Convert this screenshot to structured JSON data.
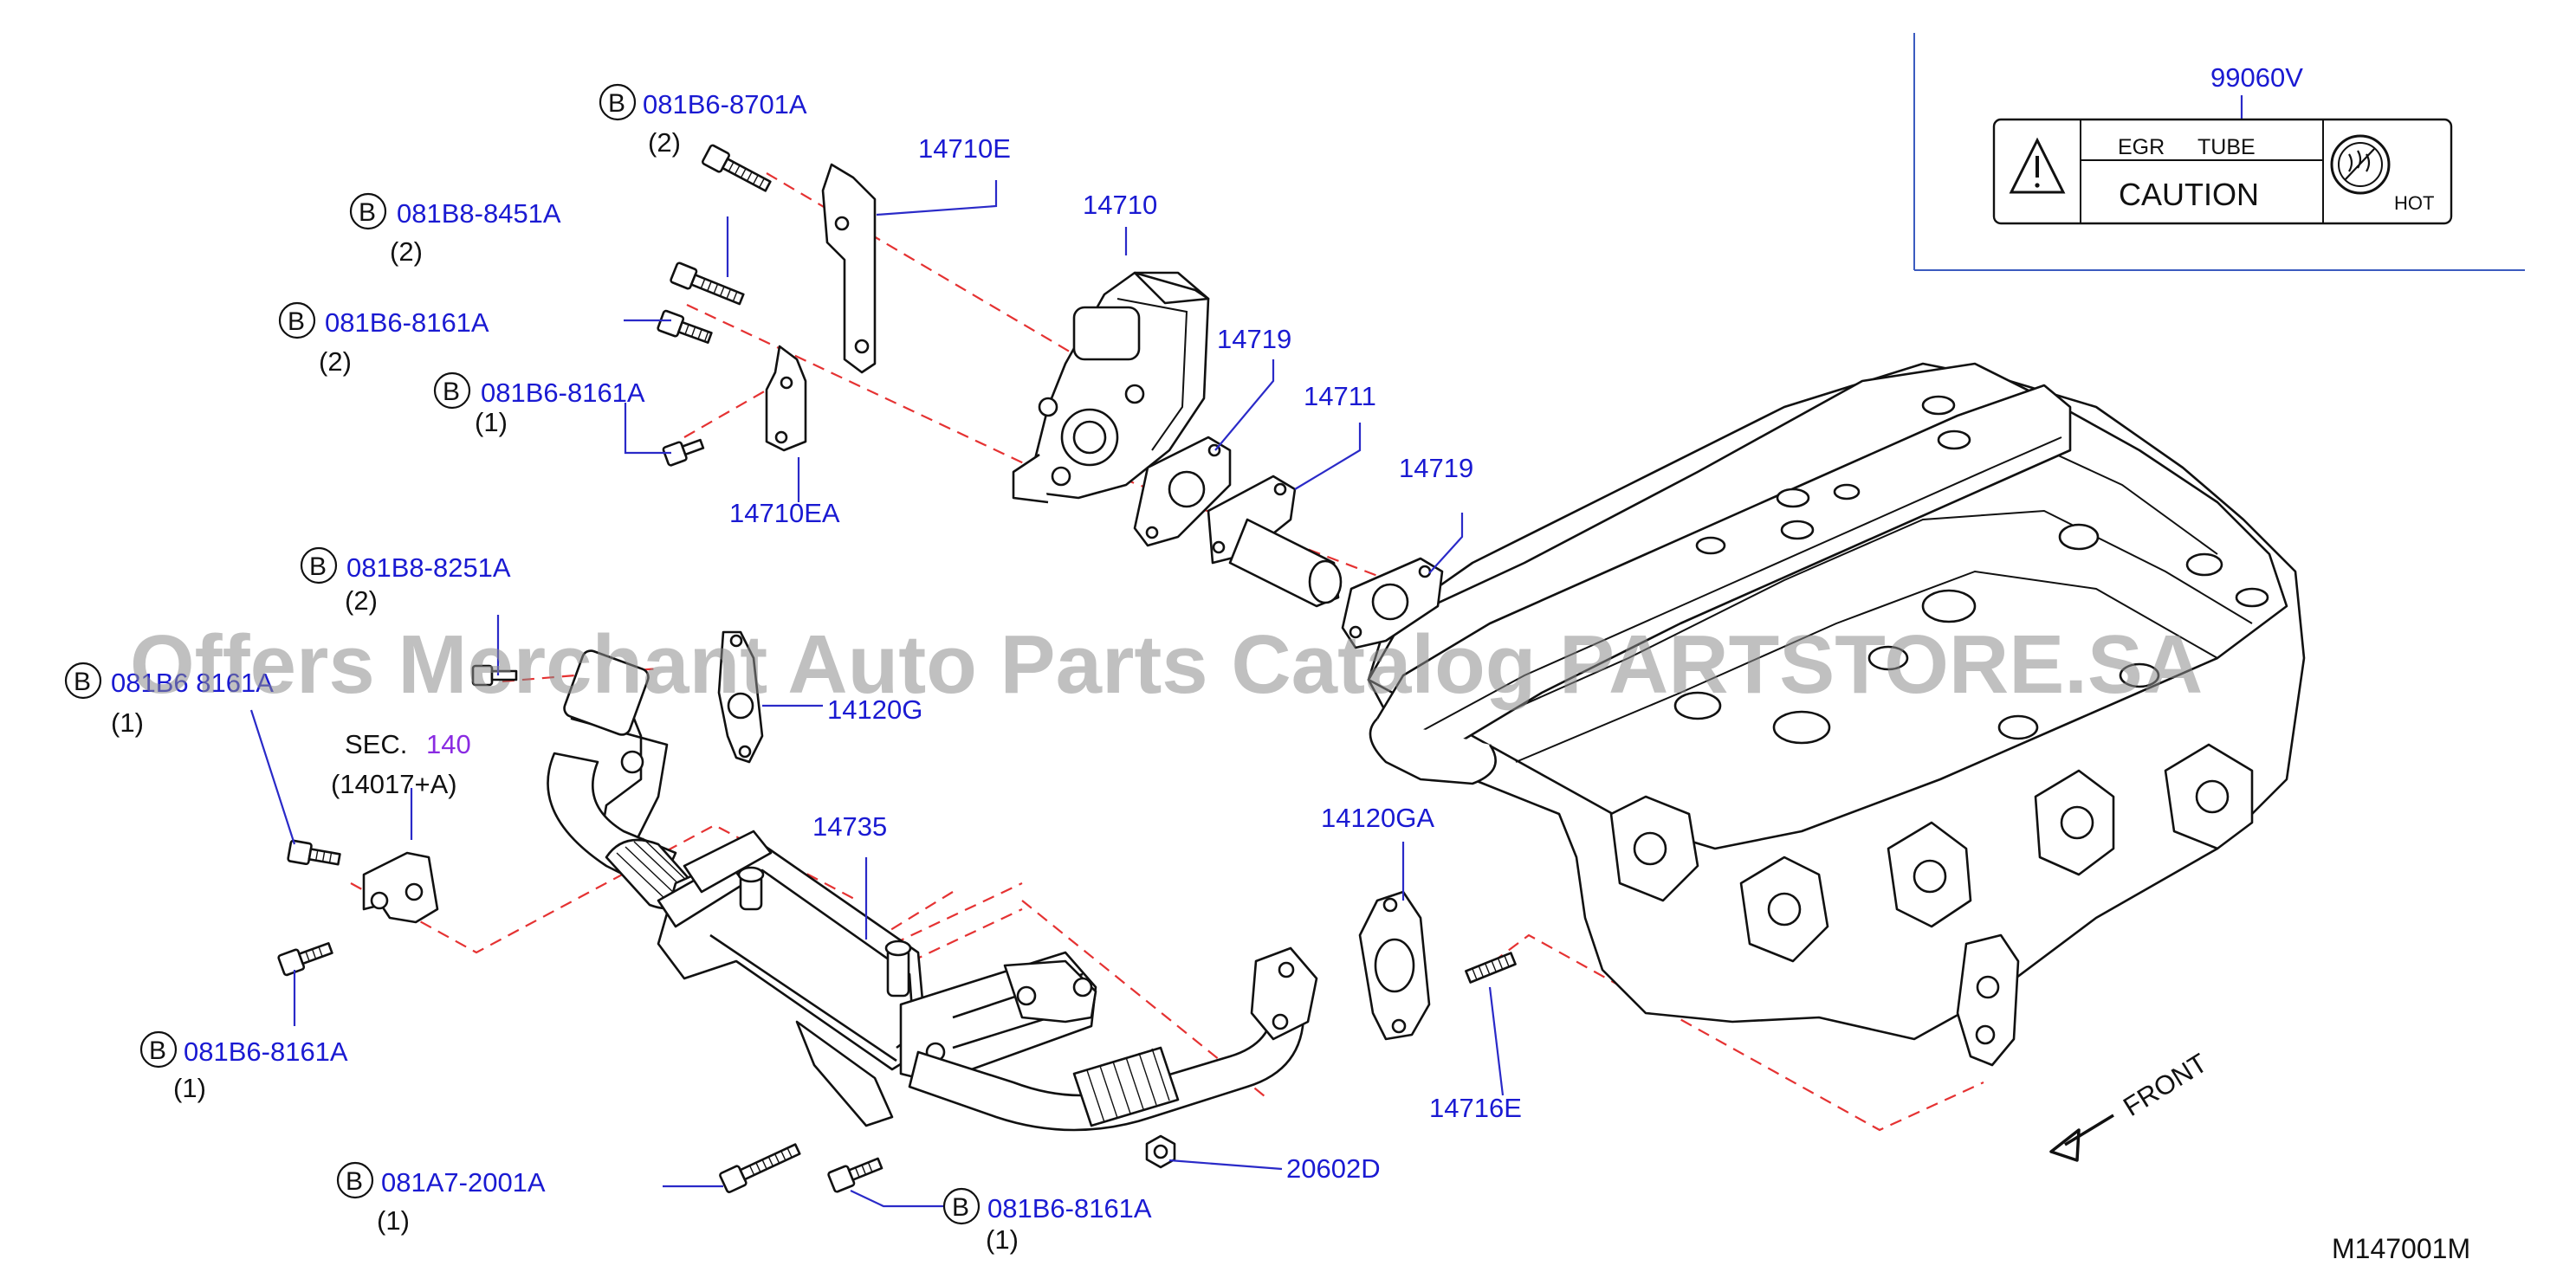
{
  "callouts": {
    "c_8701A": {
      "marker": "B",
      "part": "081B6-8701A",
      "qty": "(2)"
    },
    "c_8451A": {
      "marker": "B",
      "part": "081B8-8451A",
      "qty": "(2)"
    },
    "c_8161A_1": {
      "marker": "B",
      "part": "081B6-8161A",
      "qty": "(2)"
    },
    "c_8161A_2": {
      "marker": "B",
      "part": "081B6-8161A",
      "qty": "(1)"
    },
    "c_8251A": {
      "marker": "B",
      "part": "081B8-8251A",
      "qty": "(2)"
    },
    "c_8161A_3": {
      "marker": "B",
      "part": "081B6 8161A",
      "qty": "(1)"
    },
    "c_8161A_4": {
      "marker": "B",
      "part": "081B6-8161A",
      "qty": "(1)"
    },
    "c_2001A": {
      "marker": "B",
      "part": "081A7-2001A",
      "qty": "(1)"
    },
    "c_8161A_5": {
      "marker": "B",
      "part": "081B6-8161A",
      "qty": "(1)"
    }
  },
  "parts": {
    "p14710E": "14710E",
    "p14710": "14710",
    "p14719a": "14719",
    "p14711": "14711",
    "p14719b": "14719",
    "p14710EA": "14710EA",
    "p14120G": "14120G",
    "p14735": "14735",
    "p14120GA": "14120GA",
    "p14716E": "14716E",
    "p20602D": "20602D",
    "p99060V": "99060V"
  },
  "section": {
    "label": "SEC.",
    "number": "140",
    "sub": "(14017+A)"
  },
  "caution_label": {
    "line1_a": "EGR",
    "line1_b": "TUBE",
    "line2": "CAUTION",
    "hot": "HOT"
  },
  "front_label": "FRONT",
  "diagram_code": "M147001M",
  "watermark": "Offers Merchant Auto Parts Catalog PARTSTORE.SA",
  "colors": {
    "part_number": "#1a1ad2",
    "section_number": "#8a2be2",
    "leader": "#2a2ac8",
    "centerline": "#e53232",
    "watermark": "#8c8c8c"
  }
}
